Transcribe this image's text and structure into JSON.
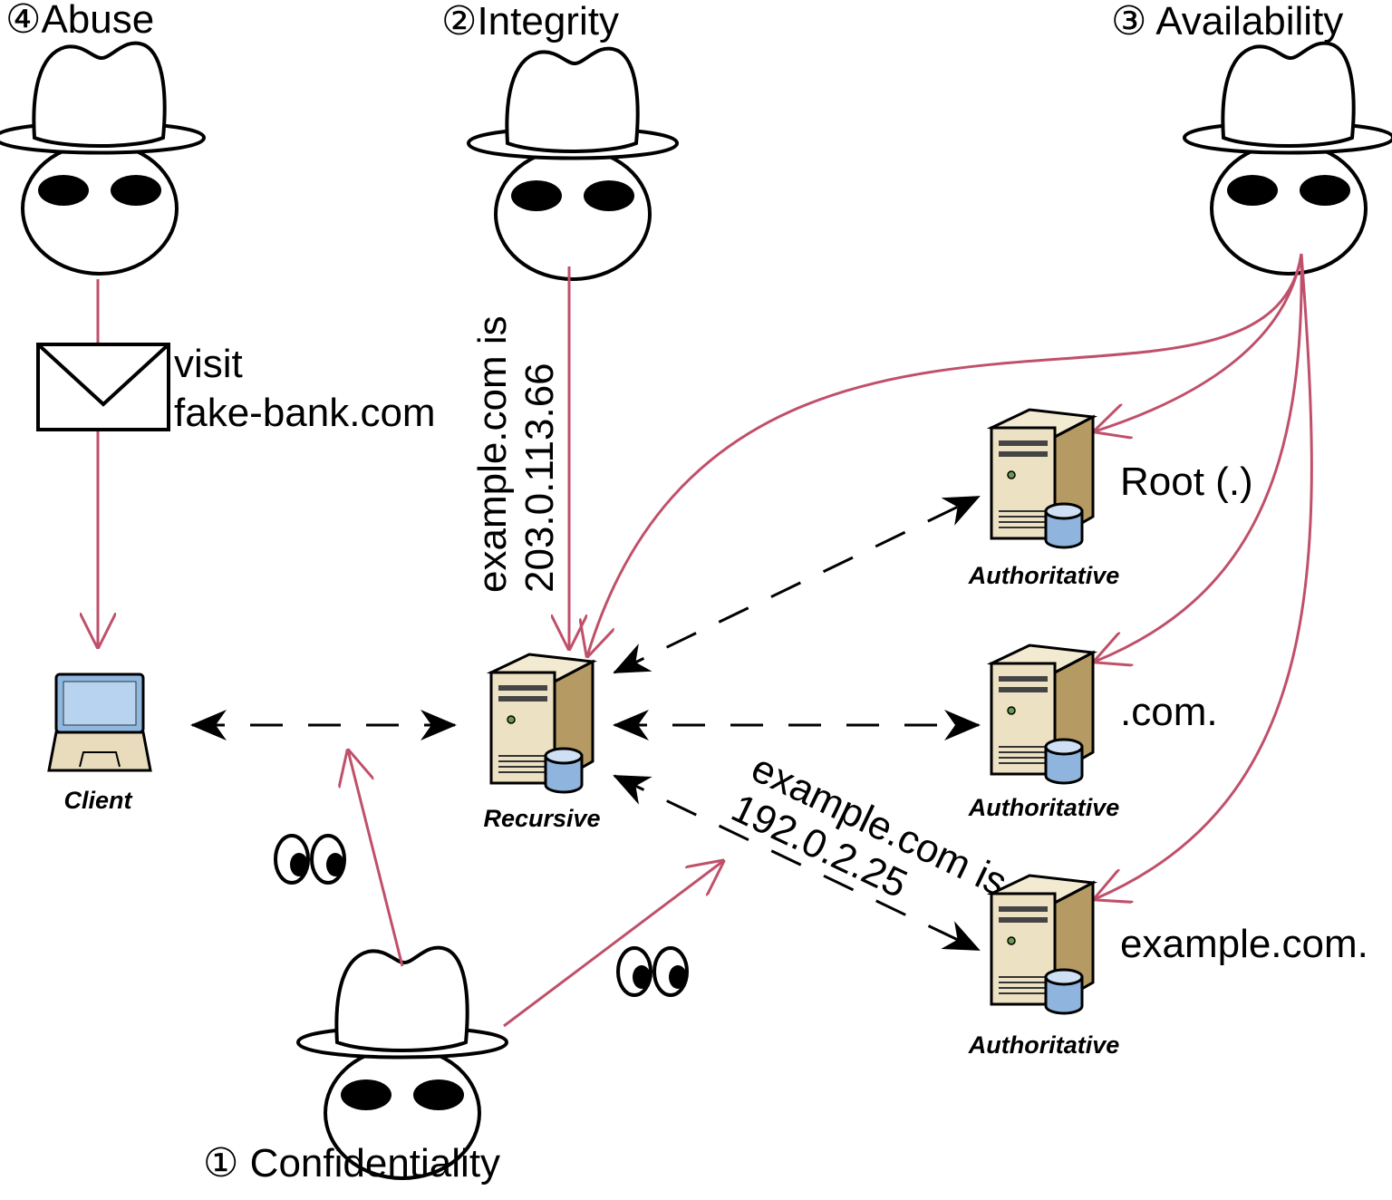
{
  "threats": {
    "abuse": "④Abuse",
    "integrity": "②Integrity",
    "availability": "③ Availability",
    "confidentiality": "① Confidentiality"
  },
  "email": {
    "line1": "visit",
    "line2": "fake-bank.com"
  },
  "integrity_msg": {
    "line1": "example.com is",
    "line2": "203.0.113.66"
  },
  "response_msg": {
    "line1": "example.com is",
    "line2": "192.0.2.25"
  },
  "nodes": {
    "client": "Client",
    "recursive": "Recursive",
    "root_role": "Authoritative",
    "root_name": "Root (.)",
    "com_role": "Authoritative",
    "com_name": ".com.",
    "example_role": "Authoritative",
    "example_name": "example.com."
  },
  "colors": {
    "attack": "#c0506a",
    "flow": "#000000"
  }
}
